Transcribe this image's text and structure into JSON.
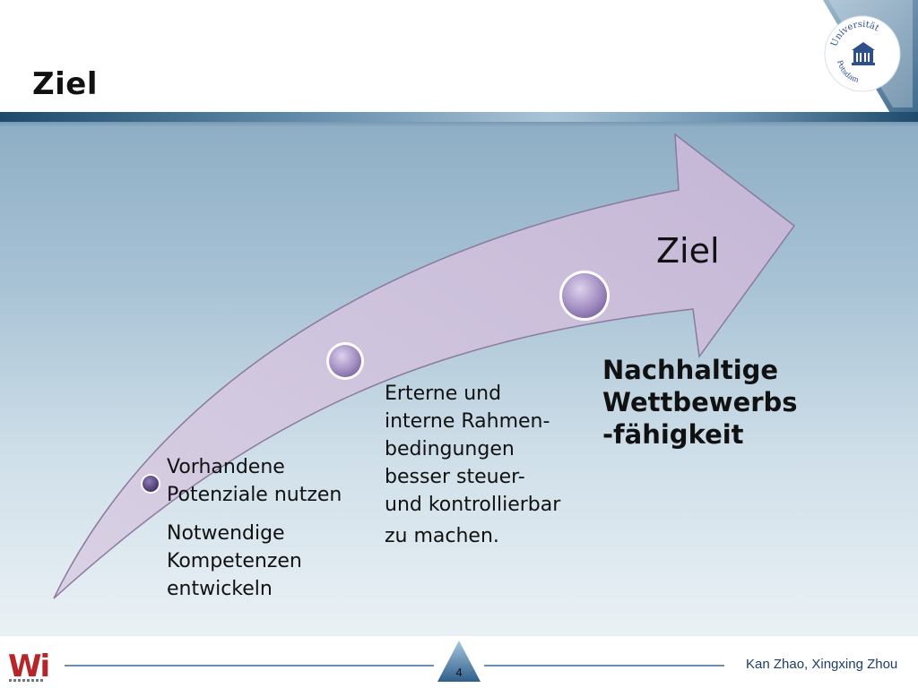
{
  "slide": {
    "title": "Ziel",
    "page_number": "4",
    "author": "Kan Zhao, Xingxing Zhou"
  },
  "logos": {
    "university_text_top": "Universität",
    "university_text_bottom": "Potsdam",
    "chair_logo": "Wi"
  },
  "diagram": {
    "arrow_label": "Ziel",
    "step1": {
      "line1": "Vorhandene",
      "line2": "Potenziale nutzen"
    },
    "step1b": {
      "line1": "Notwendige",
      "line2": "Kompetenzen",
      "line3": "entwickeln"
    },
    "step2": {
      "line1": "Erterne und",
      "line2": "interne Rahmen-",
      "line3": "bedingungen",
      "line4": "besser steuer-",
      "line5": "und kontrollierbar",
      "line6": "zu machen."
    },
    "goal": {
      "line1": "Nachhaltige",
      "line2": "Wettbewerbs",
      "line3": "-fähigkeit"
    }
  },
  "colors": {
    "arrow_fill": "#c8bdd6",
    "bubble": "#b7a6cf",
    "accent_red": "#b5252a",
    "author_blue": "#1f3d66"
  }
}
